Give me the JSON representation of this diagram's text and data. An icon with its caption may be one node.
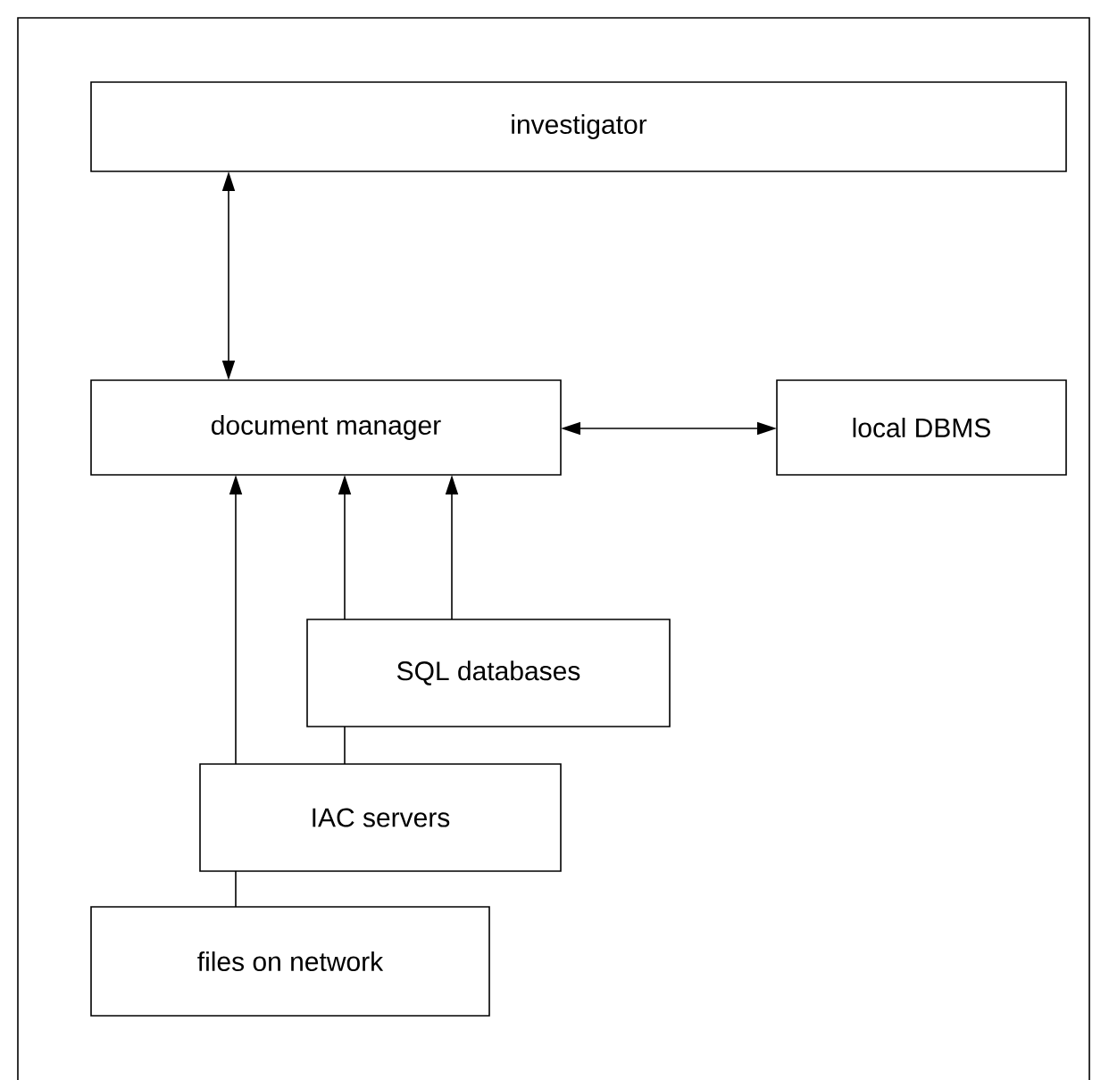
{
  "diagram": {
    "nodes": [
      {
        "text": [
          "investigator"
        ]
      },
      {
        "text": [
          "document manager"
        ]
      },
      {
        "text": [
          "local DBMS"
        ]
      },
      {
        "text": [
          "SQL databases"
        ]
      },
      {
        "text": [
          "IAC  servers"
        ]
      },
      {
        "text": [
          "files on network"
        ]
      }
    ],
    "edges": [
      {
        "from": 0,
        "to": 1,
        "arrow": "both"
      },
      {
        "from": 1,
        "to": 2,
        "arrow": "both"
      },
      {
        "from": 4,
        "to": 1,
        "arrow": "to"
      },
      {
        "from": 3,
        "to": 1,
        "arrow": "to"
      },
      {
        "from": 3,
        "to": 1,
        "arrow": "to"
      },
      {
        "from": 4,
        "to": 3,
        "arrow": "none"
      },
      {
        "from": 5,
        "to": 4,
        "arrow": "none"
      }
    ]
  }
}
